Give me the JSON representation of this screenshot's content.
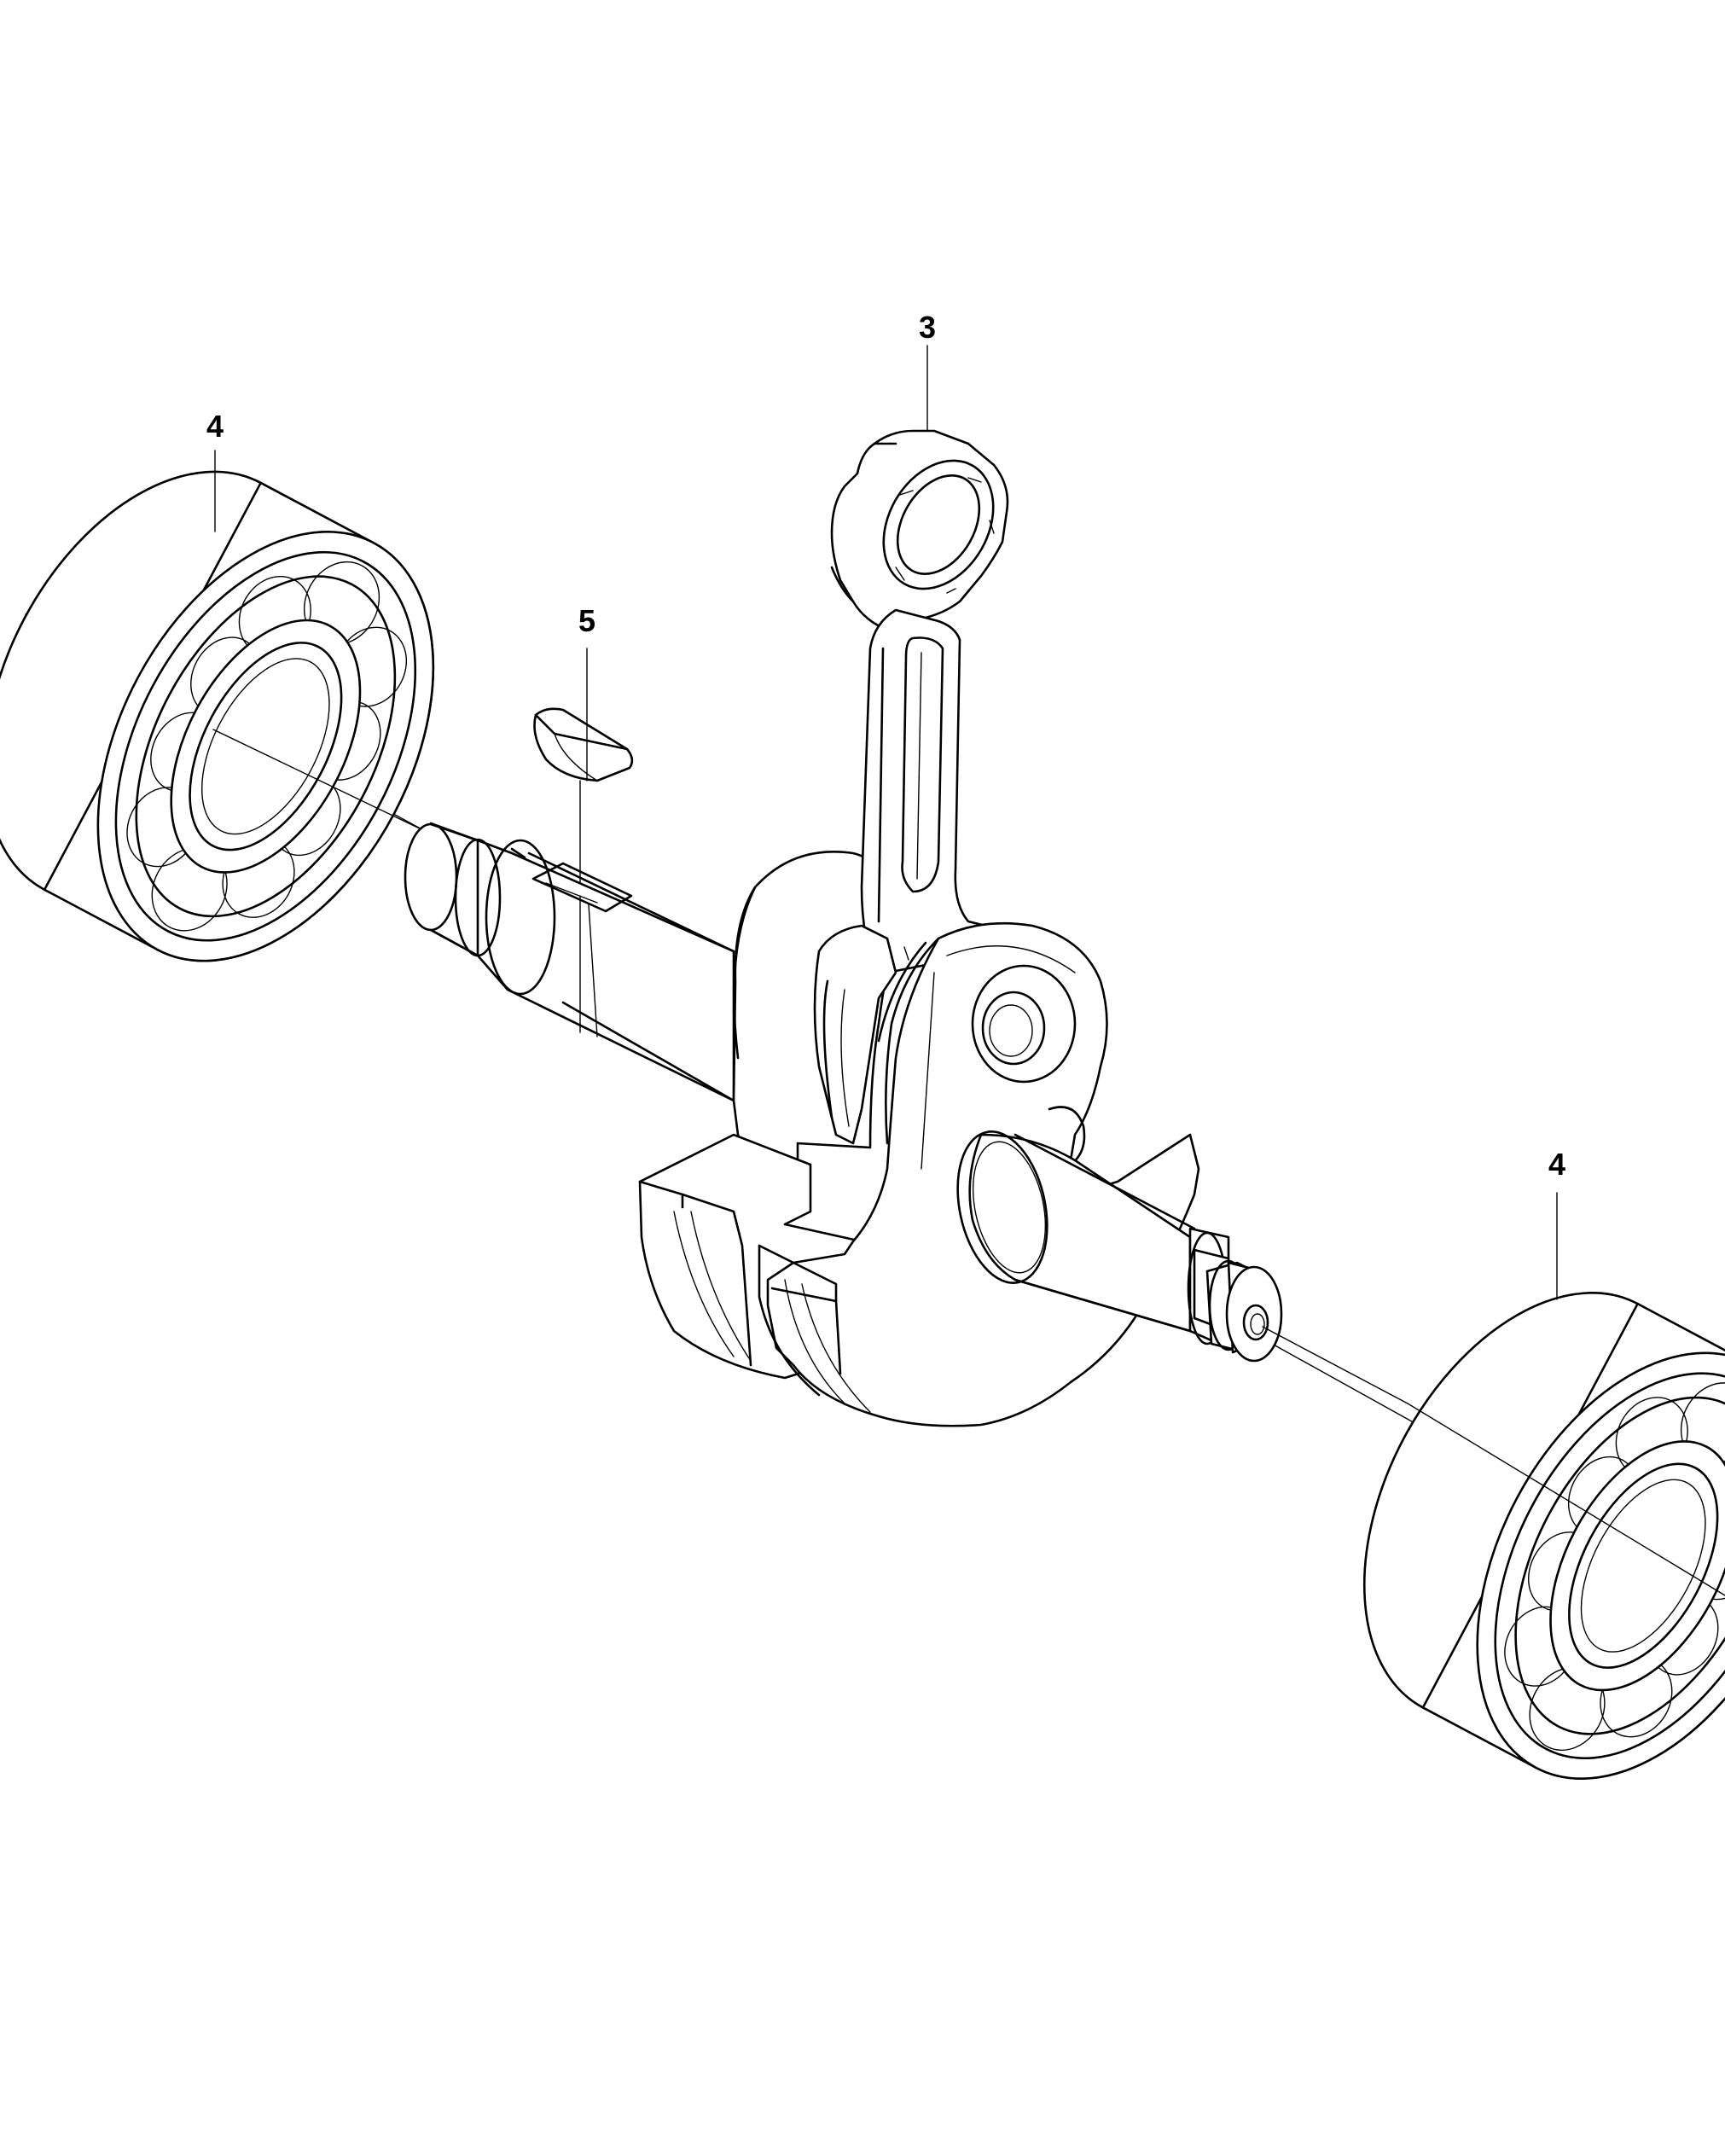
{
  "callouts": [
    {
      "id": "bearing-left",
      "label": "4"
    },
    {
      "id": "connecting-rod",
      "label": "3"
    },
    {
      "id": "woodruff-key",
      "label": "5"
    },
    {
      "id": "bearing-right",
      "label": "4"
    }
  ]
}
